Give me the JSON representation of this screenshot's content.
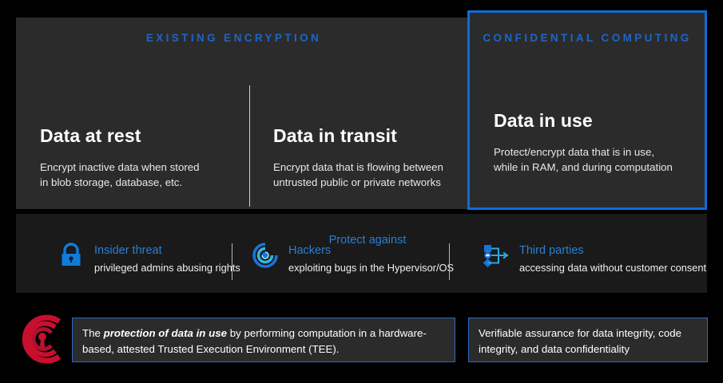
{
  "top_panel": {
    "existing_encryption_eyebrow": "EXISTING\nENCRYPTION",
    "confidential_computing_eyebrow": "CONFIDENTIAL\nCOMPUTING",
    "columns": [
      {
        "id": "data-at-rest",
        "headline": "Data at rest",
        "description": "Encrypt inactive data when stored\nin blob storage, database, etc."
      },
      {
        "id": "data-in-transit",
        "headline": "Data in transit",
        "description": "Encrypt data that is flowing between\nuntrusted public or private networks"
      },
      {
        "id": "data-in-use",
        "headline": "Data in use",
        "description": "Protect/encrypt data that is in use,\nwhile in RAM, and during computation"
      }
    ]
  },
  "middle_band": {
    "protect_against_label": "Protect against",
    "threats": [
      {
        "id": "insider-threat",
        "icon": "padlock-icon",
        "title": "Insider threat",
        "description": "privileged admins abusing rights"
      },
      {
        "id": "hackers",
        "icon": "spiral-eye-icon",
        "title": "Hackers",
        "description": "exploiting bugs in the Hypervisor/OS"
      },
      {
        "id": "third-parties",
        "icon": "nodes-arrow-icon",
        "title": "Third parties",
        "description": "accessing data without customer consent"
      }
    ]
  },
  "bottom_row": {
    "logo_name": "confidential-computing-consortium-logo",
    "definition": {
      "prefix": "The ",
      "emphasis": "protection of data in use",
      "suffix": " by performing computation in a hardware-based, attested Trusted Execution Environment (TEE)."
    },
    "assurance": "Verifiable assurance for data integrity, code integrity, and data confidentiality"
  },
  "colors": {
    "background": "#000000",
    "panel": "#2b2b2b",
    "band": "#1a1a1a",
    "accent_blue": "#0f6cd6",
    "eyebrow_blue": "#1b66c9",
    "title_blue": "#2a7fd4",
    "border_blue": "#2a6cc4",
    "logo_red": "#c8102e",
    "divider_gray": "#cfcfcf"
  }
}
